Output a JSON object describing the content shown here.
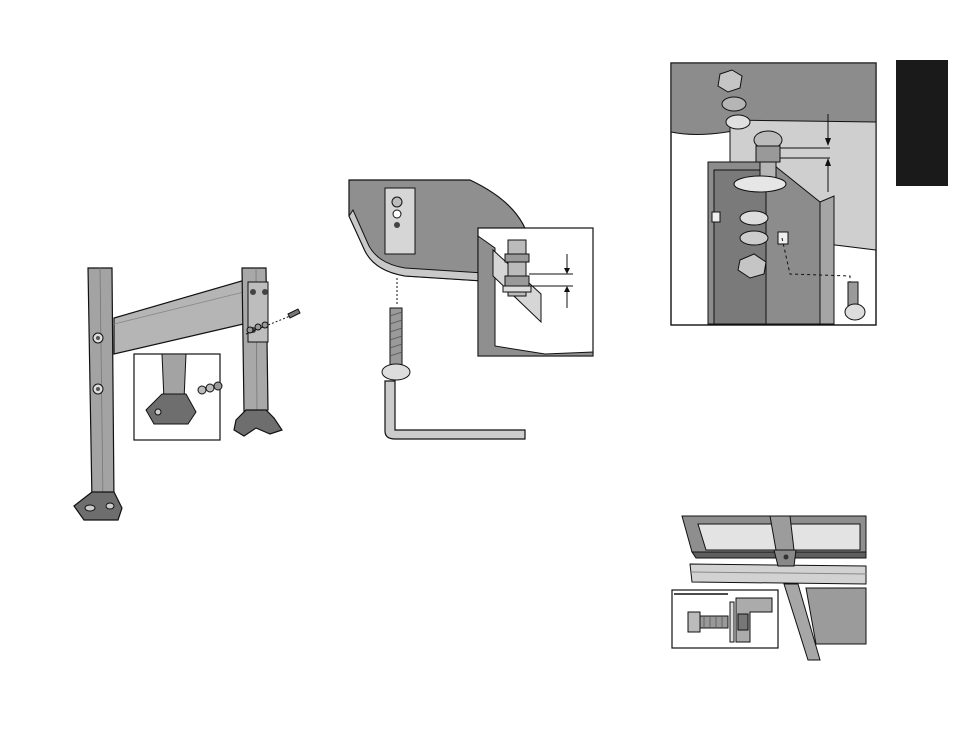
{
  "page": {
    "background": "#ffffff",
    "tab_color": "#1a1a1a",
    "text_content": []
  },
  "figures": [
    {
      "id": "fig-leg-assembly",
      "label": "leg-assembly-illustration"
    },
    {
      "id": "fig-bolt-hexkey",
      "label": "bolt-and-hex-key-illustration"
    },
    {
      "id": "fig-bracket-detail",
      "label": "bracket-nut-detail-illustration"
    },
    {
      "id": "fig-rail-alignment",
      "label": "rail-alignment-illustration"
    }
  ],
  "colors": {
    "part_gray": "#9a9a9a",
    "part_light": "#c8c8c8",
    "part_dark": "#6a6a6a",
    "outline": "#111111"
  }
}
